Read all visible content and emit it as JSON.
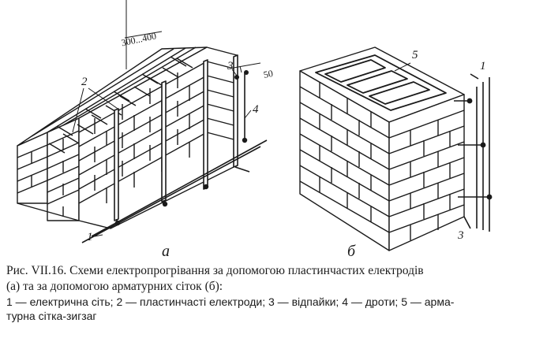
{
  "figure": {
    "panel_a": "а",
    "panel_b": "б",
    "dimension_top": "300...400",
    "dimension_side": "50",
    "labels": {
      "a_2": "2",
      "a_3": "3",
      "a_4": "4",
      "a_1": "1",
      "b_5": "5",
      "b_1": "1",
      "b_3": "3"
    }
  },
  "caption": {
    "line1": "Рис. VII.16. Схеми електропрогрівання за допомогою пластинчастих електродів",
    "line2": "(а) та за допомогою арматурних сіток (б):",
    "line3": "1 — електрична сіть; 2 — пластинчасті електроди; 3 — відпайки; 4 — дроти; 5 — арма-",
    "line4": "турна сітка-зигзаг"
  }
}
